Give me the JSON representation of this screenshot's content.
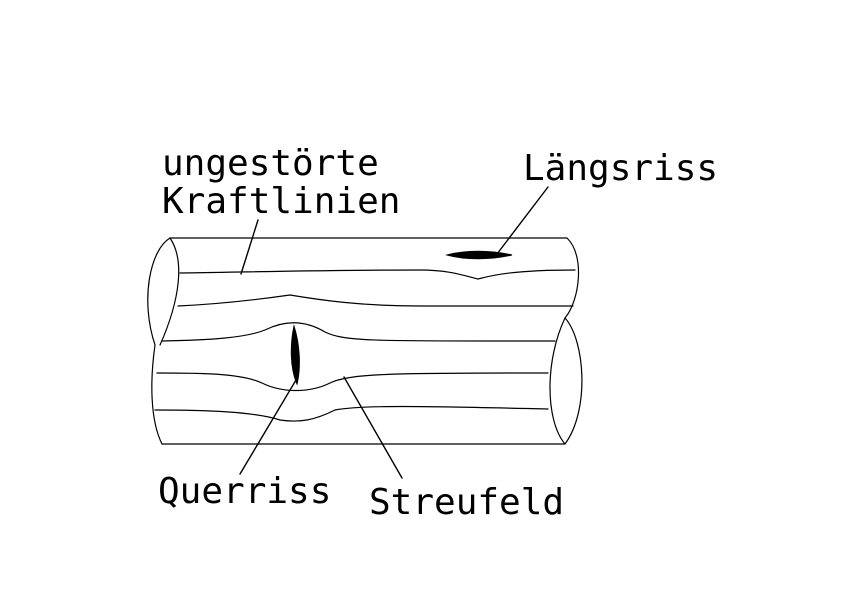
{
  "labels": {
    "undisturbed_line1": "ungestörte",
    "undisturbed_line2": "Kraftlinien",
    "longitudinal_crack": "Längsriss",
    "transverse_crack": "Querriss",
    "stray_field": "Streufeld"
  }
}
